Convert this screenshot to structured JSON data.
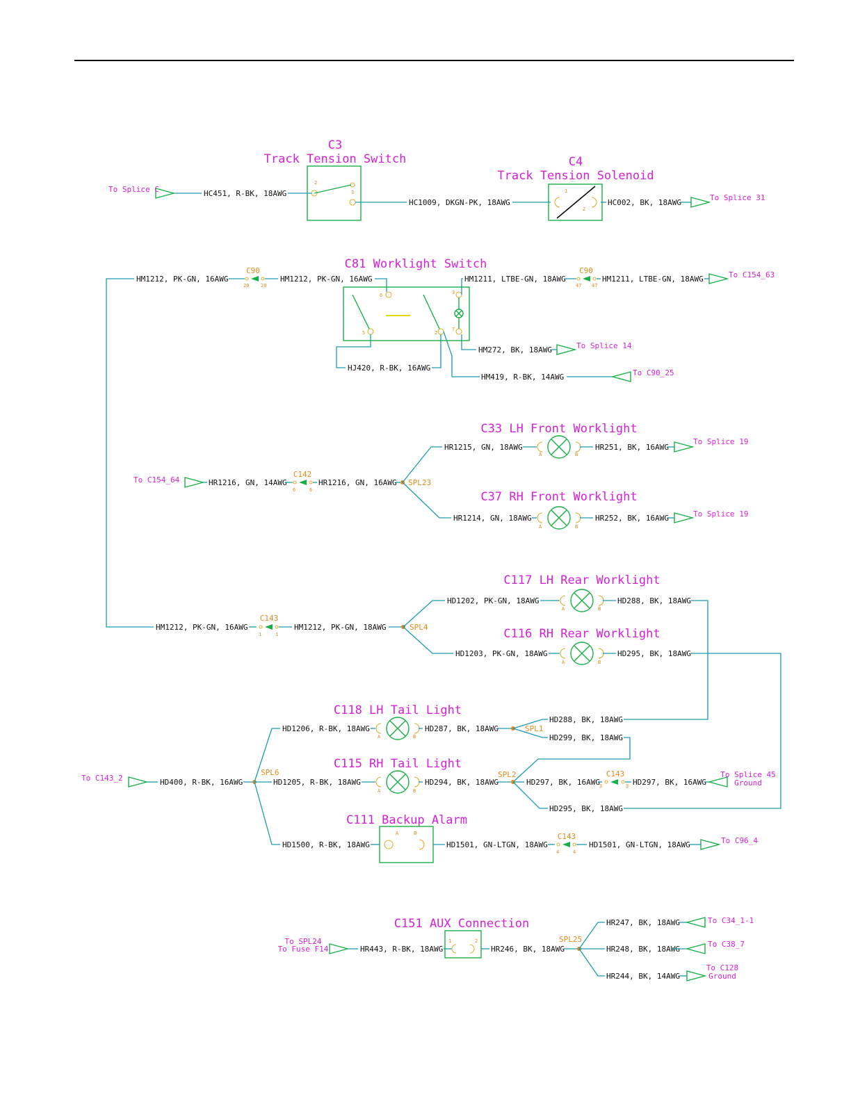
{
  "colors": {
    "title": "#d81fd8",
    "wire": "#1a9bb0",
    "component": "#18b046",
    "splice": "#e08a1a"
  },
  "titles": {
    "c3_id": "C3",
    "c3_name": "Track Tension Switch",
    "c4_id": "C4",
    "c4_name": "Track Tension Solenoid",
    "c81": "C81 Worklight Switch",
    "c33": "C33 LH Front Worklight",
    "c37": "C37 RH Front Worklight",
    "c117": "C117 LH Rear Worklight",
    "c116": "C116 RH Rear Worklight",
    "c118": "C118 LH Tail Light",
    "c115": "C115 RH Tail Light",
    "c111": "C111 Backup Alarm",
    "c151": "C151 AUX Connection"
  },
  "wires": {
    "hc451": "HC451, R-BK, 18AWG",
    "hc1009": "HC1009, DKGN-PK, 18AWG",
    "hc002": "HC002, BK, 18AWG",
    "hm1212_a": "HM1212, PK-GN, 16AWG",
    "hm1212_b": "HM1212, PK-GN, 16AWG",
    "hm1211_a": "HM1211, LTBE-GN, 18AWG",
    "hm1211_b": "HM1211, LTBE-GN, 18AWG",
    "hm272": "HM272, BK, 18AWG",
    "hj420": "HJ420, R-BK, 16AWG",
    "hm419": "HM419, R-BK, 14AWG",
    "hr1215": "HR1215, GN, 18AWG",
    "hr251": "HR251, BK, 16AWG",
    "hr1216_a": "HR1216, GN, 14AWG",
    "hr1216_b": "HR1216, GN, 16AWG",
    "hr1214": "HR1214, GN, 18AWG",
    "hr252": "HR252, BK, 16AWG",
    "hd1202": "HD1202, PK-GN, 18AWG",
    "hd288_a": "HD288, BK, 18AWG",
    "hm1212_c": "HM1212, PK-GN, 16AWG",
    "hm1212_d": "HM1212, PK-GN, 18AWG",
    "hd1203": "HD1203, PK-GN, 18AWG",
    "hd295_a": "HD295, BK, 18AWG",
    "hd1206": "HD1206, R-BK, 18AWG",
    "hd287": "HD287, BK, 18AWG",
    "hd288_b": "HD288, BK, 18AWG",
    "hd299": "HD299, BK, 18AWG",
    "hd400": "HD400, R-BK, 16AWG",
    "hd1205": "HD1205, R-BK, 18AWG",
    "hd294": "HD294, BK, 18AWG",
    "hd297_a": "HD297, BK, 16AWG",
    "hd297_b": "HD297, BK, 16AWG",
    "hd295_b": "HD295, BK, 18AWG",
    "hd1500": "HD1500, R-BK, 18AWG",
    "hd1501_a": "HD1501, GN-LTGN, 18AWG",
    "hd1501_b": "HD1501, GN-LTGN, 18AWG",
    "hr443": "HR443, R-BK, 18AWG",
    "hr246": "HR246, BK, 18AWG",
    "hr247": "HR247, BK, 18AWG",
    "hr248": "HR248, BK, 18AWG",
    "hr244": "HR244, BK, 14AWG"
  },
  "arrows": {
    "splice_c": "To Splice C",
    "splice_31": "To Splice 31",
    "c154_63": "To C154_63",
    "splice_14": "To Splice 14",
    "c90_25": "To C90_25",
    "splice_19_a": "To Splice 19",
    "c154_64": "To C154_64",
    "splice_19_b": "To Splice 19",
    "c143_2": "To C143_2",
    "splice_45_l1": "To Splice 45",
    "splice_45_l2": "Ground",
    "c96_4": "To C96_4",
    "spl24_l1": "To SPL24",
    "spl24_l2": "To Fuse F14",
    "c34": "To C34_1-1",
    "c38": "To C38_7",
    "c128_l1": "To C128",
    "c128_l2": "Ground"
  },
  "connectors": {
    "c90": "C90",
    "c90_pin_a": "20",
    "c90_pin_b": "20",
    "c90b": "C90",
    "c90b_pin_a": "47",
    "c90b_pin_b": "47",
    "c142": "C142",
    "c142_pin_a": "6",
    "c142_pin_b": "6",
    "c143a": "C143",
    "c143a_pin_a": "1",
    "c143a_pin_b": "1",
    "c143b": "C143",
    "c143b_pin_a": "3",
    "c143b_pin_b": "3",
    "c143c": "C143",
    "c143c_pin_a": "4",
    "c143c_pin_b": "4"
  },
  "splices": {
    "spl23": "SPL23",
    "spl4": "SPL4",
    "spl1": "SPL1",
    "spl6": "SPL6",
    "spl2": "SPL2",
    "spl25": "SPL25"
  },
  "pins": {
    "c3_2": "2",
    "c3_3": "3",
    "c4_1": "1",
    "c4_2": "2",
    "c81_6": "6",
    "c81_3": "3",
    "c81_5": "5",
    "c81_2": "2",
    "c81_7": "7",
    "a": "A",
    "b": "B",
    "c151_1": "1",
    "c151_2": "2"
  }
}
